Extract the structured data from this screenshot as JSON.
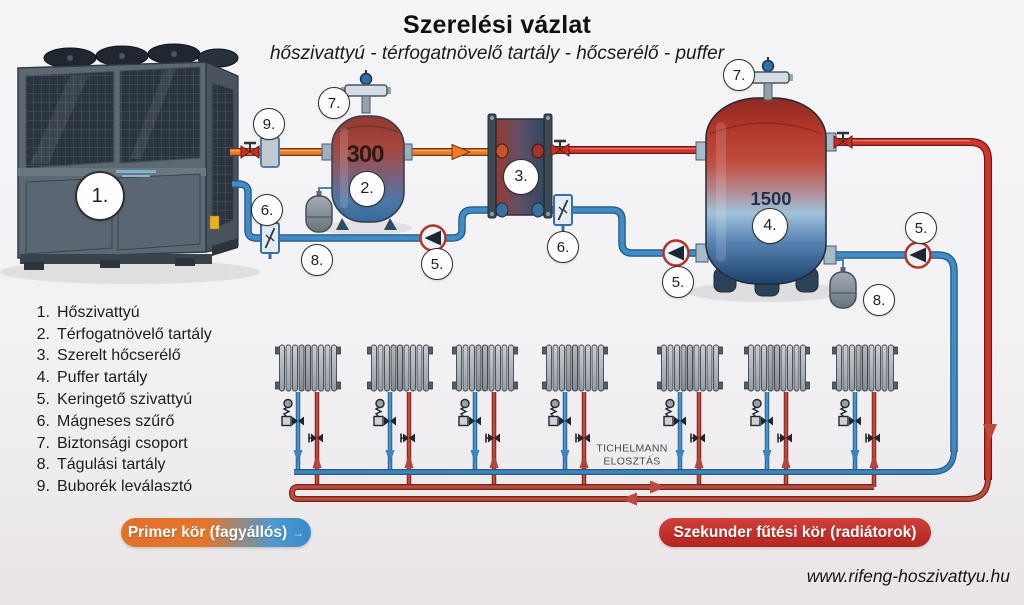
{
  "header": {
    "title": "Szerelési vázlat",
    "subtitle": "hőszivattyú - térfogatnövelő tartály - hőcserélő - puffer"
  },
  "legend": {
    "items": [
      {
        "num": "1.",
        "label": "Hőszivattyú"
      },
      {
        "num": "2.",
        "label": "Térfogatnövelő tartály"
      },
      {
        "num": "3.",
        "label": "Szerelt hőcserélő"
      },
      {
        "num": "4.",
        "label": "Puffer tartály"
      },
      {
        "num": "5.",
        "label": "Keringető szivattyú"
      },
      {
        "num": "6.",
        "label": "Mágneses szűrő"
      },
      {
        "num": "7.",
        "label": "Biztonsági csoport"
      },
      {
        "num": "8.",
        "label": "Tágulási tartály"
      },
      {
        "num": "9.",
        "label": "Buborék leválasztó"
      }
    ]
  },
  "badges": {
    "n1": "1.",
    "n2": "2.",
    "n3": "3.",
    "n4": "4.",
    "n5": "5.",
    "n6": "6.",
    "n7": "7.",
    "n8": "8.",
    "n9": "9."
  },
  "equipment": {
    "expansion_capacity": "300",
    "buffer_capacity": "1500"
  },
  "distribution": {
    "line1": "TICHELMANN",
    "line2": "ELOSZTÁS"
  },
  "loops": {
    "primary": "Primer kör (fagyállós)",
    "primary_arrow": "→",
    "secondary": "Szekunder fűtési kör (radiátorok)"
  },
  "footer": {
    "website": "www.rifeng-hoszivattyu.hu"
  },
  "radiator_count": 7,
  "colors": {
    "primary_hot_pipe": "#ee7b22",
    "secondary_hot_pipe": "#cd372c",
    "cold_pipe": "#3f8cc7",
    "pill_primary_left": "#e2702a",
    "pill_primary_right": "#3a8ac8",
    "pill_secondary": "#bf2d26"
  }
}
